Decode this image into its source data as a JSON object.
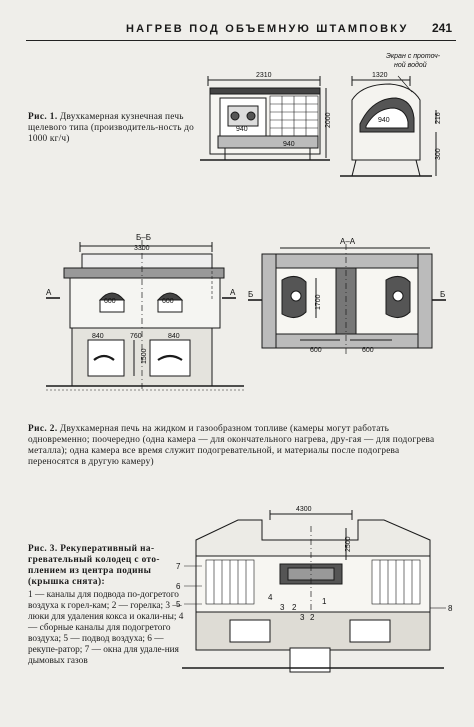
{
  "header": {
    "title": "НАГРЕВ ПОД ОБЪЕМНУЮ ШТАМПОВКУ",
    "page_number": "241"
  },
  "figure1": {
    "caption_lead": "Рис. 1.",
    "caption_body": "Двухкамерная кузнечная печь щелевого типа (производитель-ность до 1000 кг/ч)",
    "dims": {
      "width_total": "2310",
      "height_total": "2000",
      "side_width": "1320",
      "chamber_inner": "940",
      "chamber_inner_2": "940",
      "right_940": "940",
      "h_216": "216",
      "h_300": "300",
      "screen_note_1": "Экран с проточ-",
      "screen_note_2": "ной водой"
    }
  },
  "figure2": {
    "caption_lead": "Рис. 2.",
    "caption_body": "Двухкамерная печь на жидком и газообразном топливе (камеры могут работать одновременно; поочередно (одна камера — для окончательного нагрева, дру-гая — для подогрева металла); одна камера все время служит подогревательной, и материалы после подогрева переносятся в другую камеру)",
    "section_left": "Б–Б",
    "section_right": "А–А",
    "dims": {
      "width_3300": "3300",
      "d_600_a": "600",
      "d_600_b": "600",
      "d_840": "840",
      "d_760": "760",
      "d_840_b": "840",
      "h_1500": "1500",
      "h_1700": "1700",
      "d_600_c": "600",
      "d_600_d": "600",
      "mark_a1": "А",
      "mark_a2": "А",
      "mark_b1": "Б",
      "mark_b2": "Б"
    }
  },
  "figure3": {
    "caption_lead": "Рис. 3. Рекуперативный на-гревательный колодец с ото-плением из центра подины (крышка снята):",
    "legend": "1 — каналы для подвода по-догретого воздуха к горел-кам; 2 — горелка; 3 — люки для удаления кокса и окали-ны; 4 — сборные каналы для подогретого воздуха; 5 — подвод воздуха; 6 — рекупе-ратор; 7 — окна для удале-ния дымовых газов",
    "dims": {
      "width_4300": "4300",
      "h_2500": "2500"
    },
    "labels": [
      "7",
      "6",
      "5",
      "4",
      "3",
      "2",
      "1",
      "8",
      "3",
      "2"
    ]
  }
}
